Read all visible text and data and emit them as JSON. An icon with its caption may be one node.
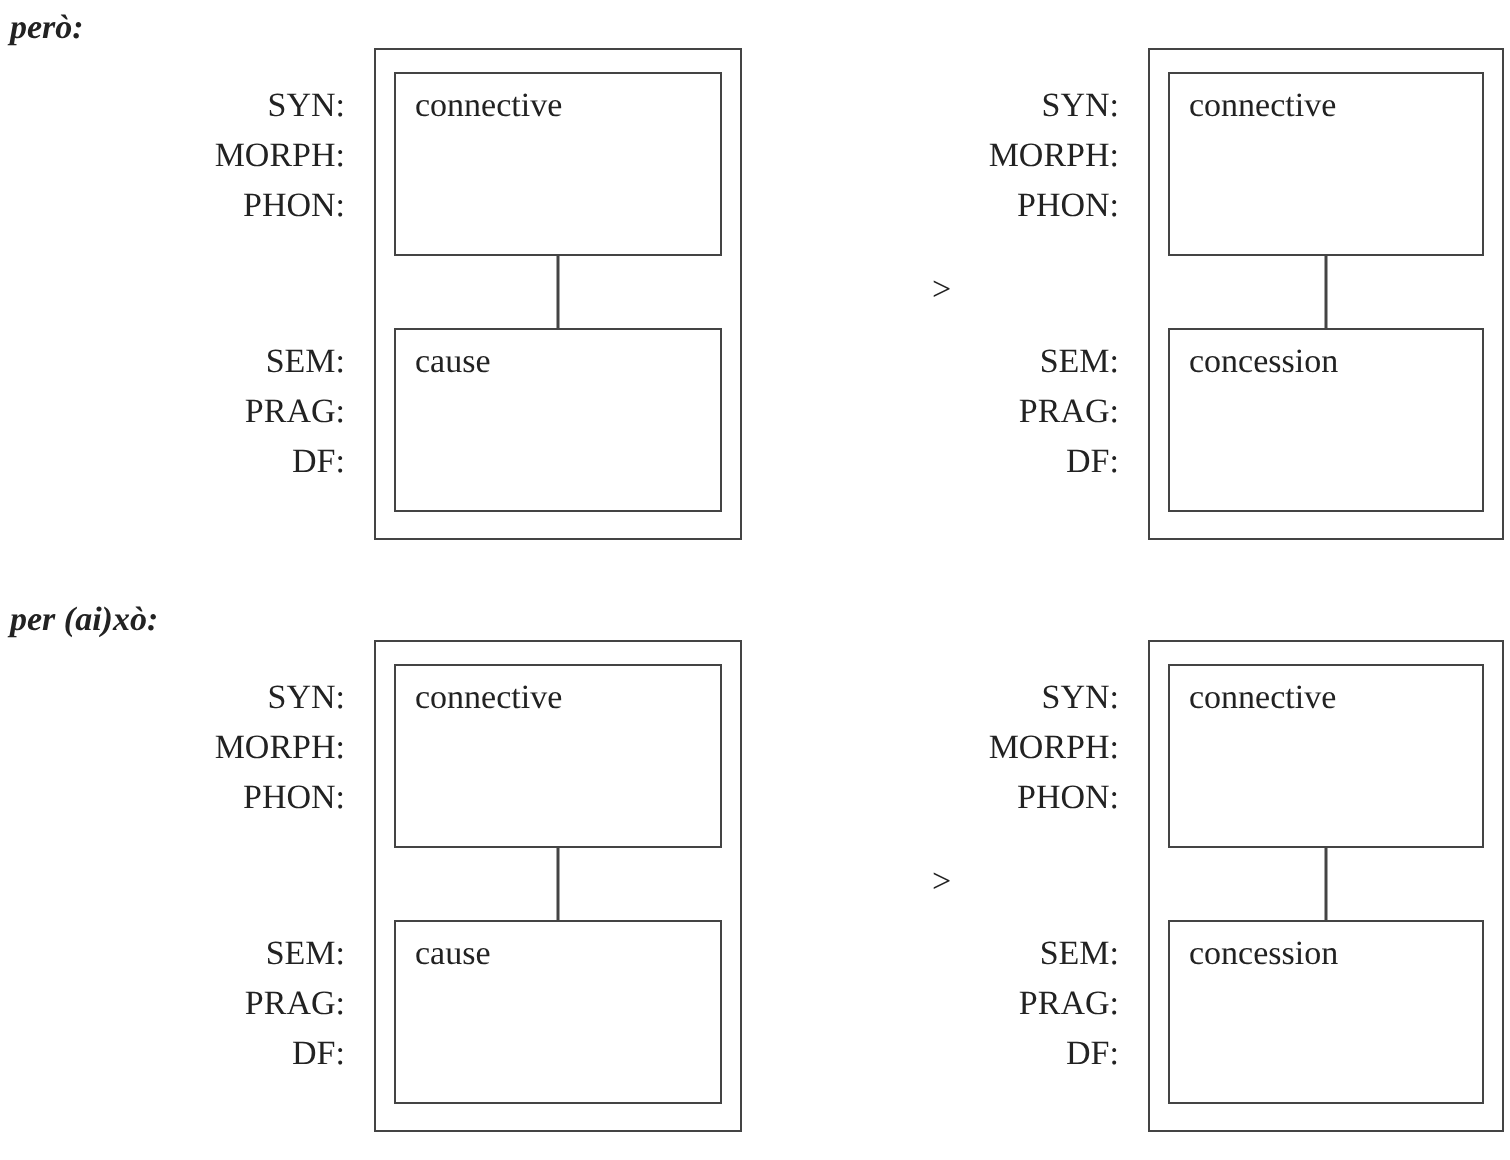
{
  "diagram": {
    "nodes": [
      {
        "text": [],
        "shape": "box"
      },
      {
        "text": [
          "connective"
        ],
        "in": 0,
        "beside": [
          "SYN:",
          "MORPH:",
          "PHON:"
        ]
      },
      {
        "text": [
          "cause"
        ],
        "in": 0,
        "beside": [
          "SEM:",
          "PRAG:",
          "DF:"
        ]
      },
      {
        "text": [],
        "shape": "box"
      },
      {
        "text": [
          "connective"
        ],
        "in": 3,
        "beside": [
          "SYN:",
          "MORPH:",
          "PHON:"
        ]
      },
      {
        "text": [
          "concession"
        ],
        "in": 3,
        "beside": [
          "SEM:",
          "PRAG:",
          "DF:"
        ]
      },
      {
        "text": [],
        "shape": "box"
      },
      {
        "text": [
          "connective"
        ],
        "in": 6,
        "beside": [
          "SYN:",
          "MORPH:",
          "PHON:"
        ]
      },
      {
        "text": [
          "cause"
        ],
        "in": 6,
        "beside": [
          "SEM:",
          "PRAG:",
          "DF:"
        ]
      },
      {
        "text": [],
        "shape": "box"
      },
      {
        "text": [
          "connective"
        ],
        "in": 9,
        "beside": [
          "SYN:",
          "MORPH:",
          "PHON:"
        ]
      },
      {
        "text": [
          "concession"
        ],
        "in": 9,
        "beside": [
          "SEM:",
          "PRAG:",
          "DF:"
        ]
      }
    ],
    "edges": [
      {
        "from": 1,
        "to": 2,
        "arrow": "none"
      },
      {
        "from": 4,
        "to": 5,
        "arrow": "none"
      },
      {
        "from": 7,
        "to": 8,
        "arrow": "none"
      },
      {
        "from": 10,
        "to": 11,
        "arrow": "none"
      }
    ],
    "labels": [
      "però:",
      ">",
      "per (ai)xò:",
      ">"
    ]
  }
}
